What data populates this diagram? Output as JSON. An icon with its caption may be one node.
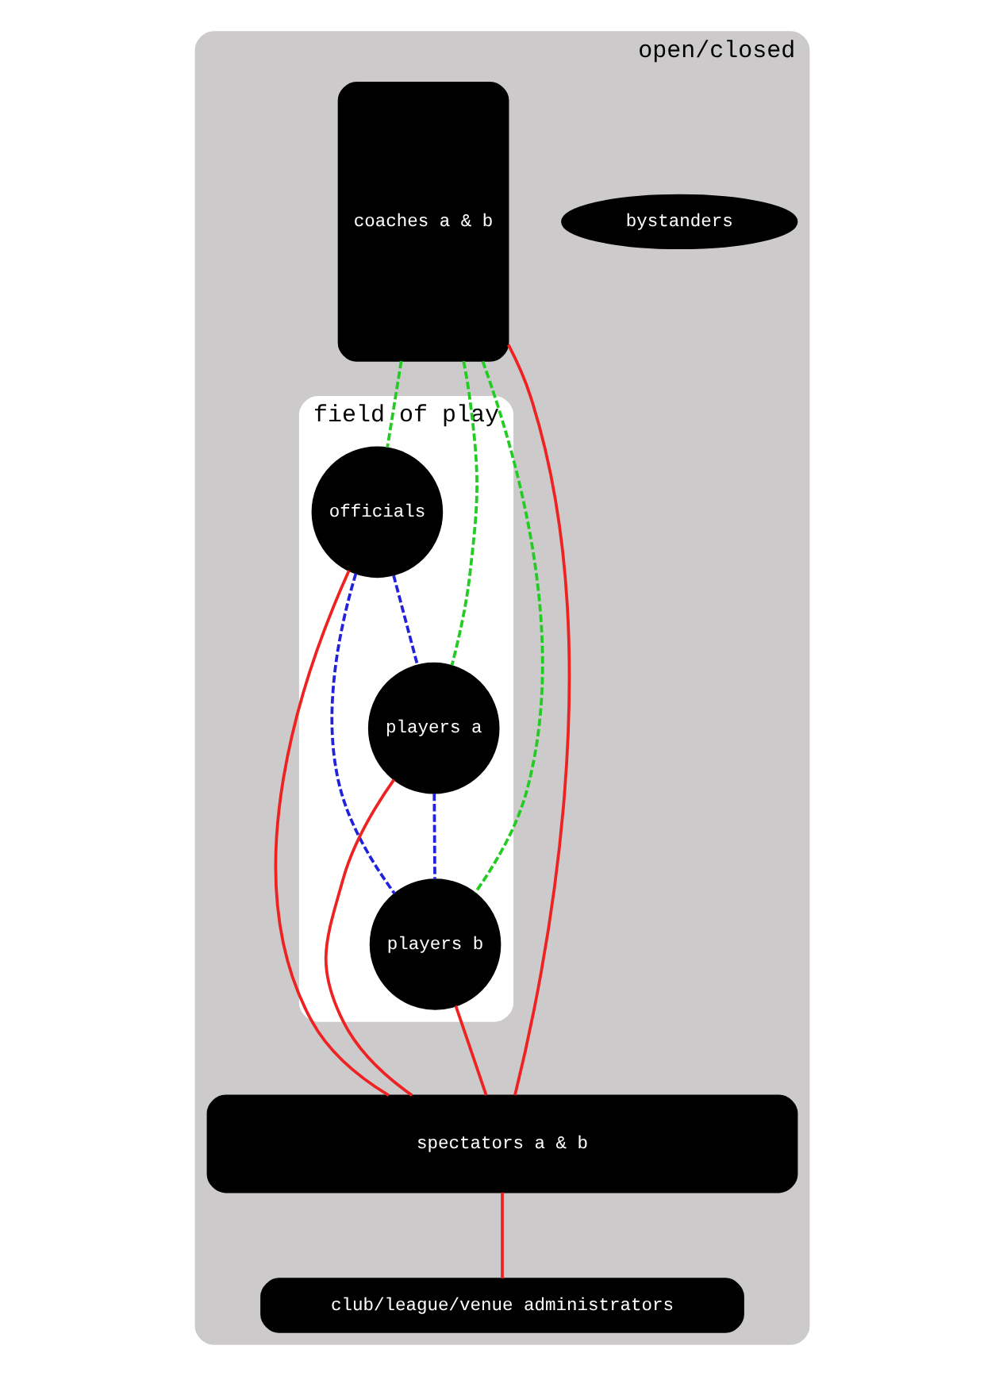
{
  "diagram": {
    "nodes": [
      {
        "text": [
          "open/closed"
        ]
      },
      {
        "text": [
          "bystanders"
        ],
        "in": 0
      },
      {
        "text": [
          "field of play"
        ],
        "in": 0
      },
      {
        "text": [
          "officials"
        ],
        "in": 2
      },
      {
        "text": [
          "players a"
        ],
        "in": 2
      },
      {
        "text": [
          "players b"
        ],
        "in": 2
      },
      {
        "text": [
          "coaches a & b"
        ],
        "in": 0
      },
      {
        "text": [
          "spectators a & b"
        ],
        "in": 0
      },
      {
        "text": [
          "club/league/venue administrators"
        ],
        "in": 0
      }
    ],
    "edges": [
      {
        "from": 3,
        "to": 4,
        "arrow": "none",
        "style": "dashed",
        "color": "#2222dd"
      },
      {
        "from": 3,
        "to": 5,
        "arrow": "none",
        "style": "dashed",
        "color": "#2222dd"
      },
      {
        "from": 4,
        "to": 5,
        "arrow": "none",
        "style": "dashed",
        "color": "#2222dd"
      },
      {
        "from": 6,
        "to": 3,
        "arrow": "none",
        "style": "dashed",
        "color": "#22cc22"
      },
      {
        "from": 6,
        "to": 4,
        "arrow": "none",
        "style": "dashed",
        "color": "#22cc22"
      },
      {
        "from": 6,
        "to": 5,
        "arrow": "none",
        "style": "dashed",
        "color": "#22cc22"
      },
      {
        "from": 4,
        "to": 7,
        "arrow": "none"
      },
      {
        "from": 3,
        "to": 7,
        "arrow": "none"
      },
      {
        "from": 5,
        "to": 7,
        "arrow": "none"
      },
      {
        "from": 6,
        "to": 7,
        "arrow": "none"
      },
      {
        "from": 7,
        "to": 8,
        "arrow": "none"
      }
    ]
  }
}
